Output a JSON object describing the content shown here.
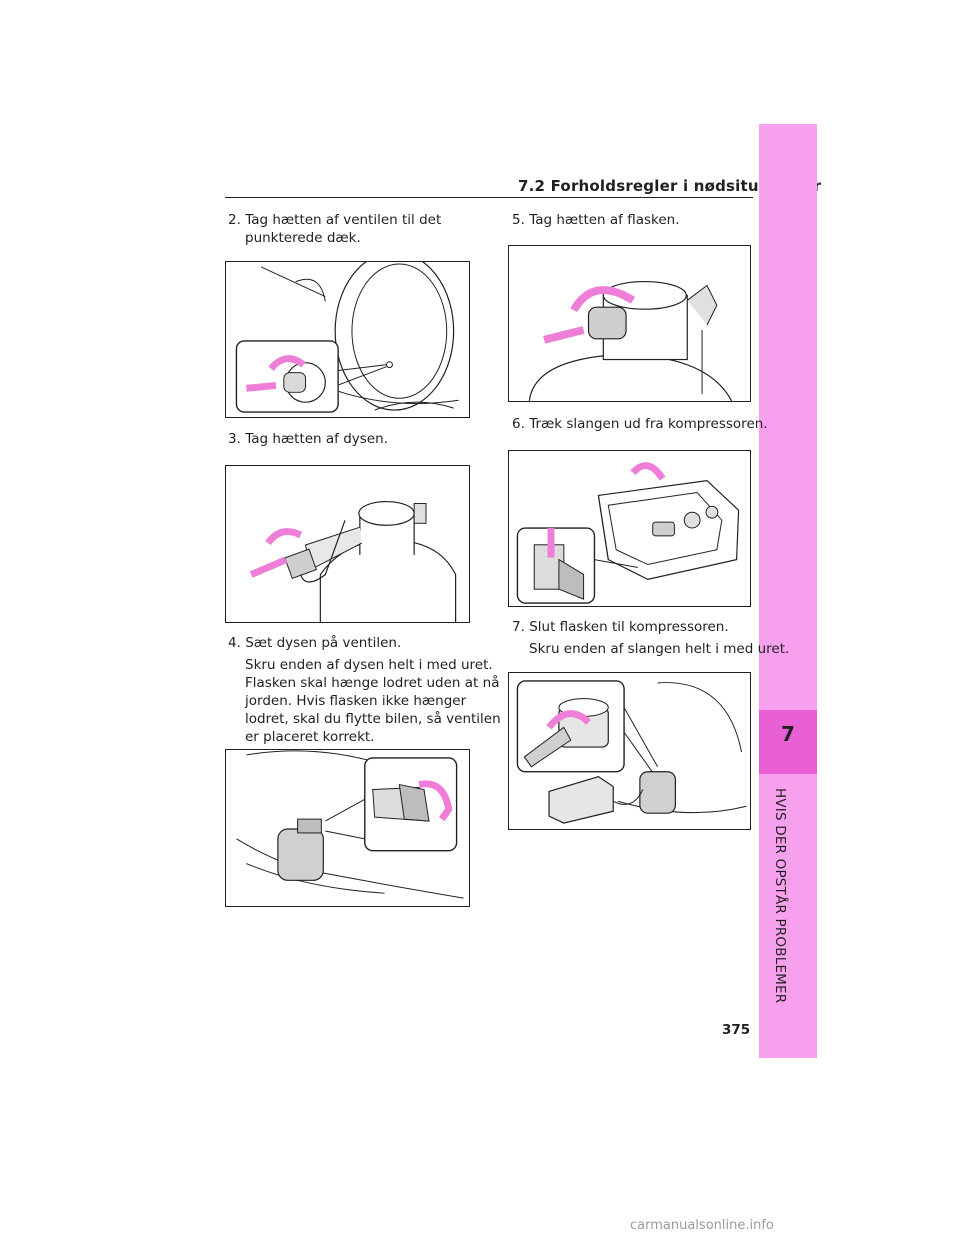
{
  "header": {
    "section": "7.2  Forholdsregler i nødsituationer"
  },
  "side_tab": {
    "chapter_number": "7",
    "chapter_title": "HVIS DER OPSTÅR PROBLEMER",
    "color": "#f6a0ee",
    "accent": "#e85fd6"
  },
  "page_number": "375",
  "steps": [
    {
      "number": "2.",
      "lines": [
        "Tag hætten af ventilen til det",
        "punkterede dæk."
      ],
      "detail": []
    },
    {
      "number": "3.",
      "lines": [
        "Tag hætten af dysen."
      ],
      "detail": []
    },
    {
      "number": "4.",
      "lines": [
        "Sæt dysen på ventilen."
      ],
      "detail": [
        "Skru enden af dysen helt i med uret.",
        "Flasken skal hænge lodret uden at nå",
        "jorden. Hvis flasken ikke hænger",
        "lodret, skal du flytte bilen, så ventilen",
        "er placeret korrekt."
      ]
    },
    {
      "number": "5.",
      "lines": [
        "Tag hætten af flasken."
      ],
      "detail": []
    },
    {
      "number": "6.",
      "lines": [
        "Træk slangen ud fra kompressoren."
      ],
      "detail": []
    },
    {
      "number": "7.",
      "lines": [
        "Slut flasken til kompressoren."
      ],
      "detail": [
        "Skru enden af slangen helt i med uret."
      ]
    }
  ],
  "watermark": "carmanualsonline.info"
}
